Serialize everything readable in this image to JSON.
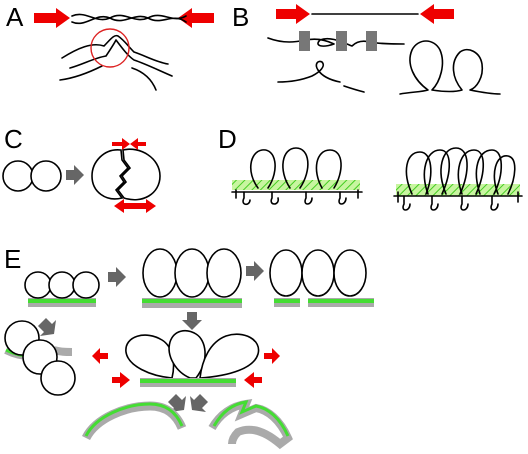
{
  "panels": {
    "a": {
      "label": "A"
    },
    "b": {
      "label": "B"
    },
    "c": {
      "label": "C"
    },
    "d": {
      "label": "D"
    },
    "e": {
      "label": "E"
    }
  },
  "colors": {
    "force_arrow": "#ee0000",
    "process_arrow": "#666666",
    "membrane_green": "#44dd33",
    "membrane_gray": "#aaaaaa",
    "highlight_circle": "#dd2222",
    "tether_block": "#777777"
  }
}
